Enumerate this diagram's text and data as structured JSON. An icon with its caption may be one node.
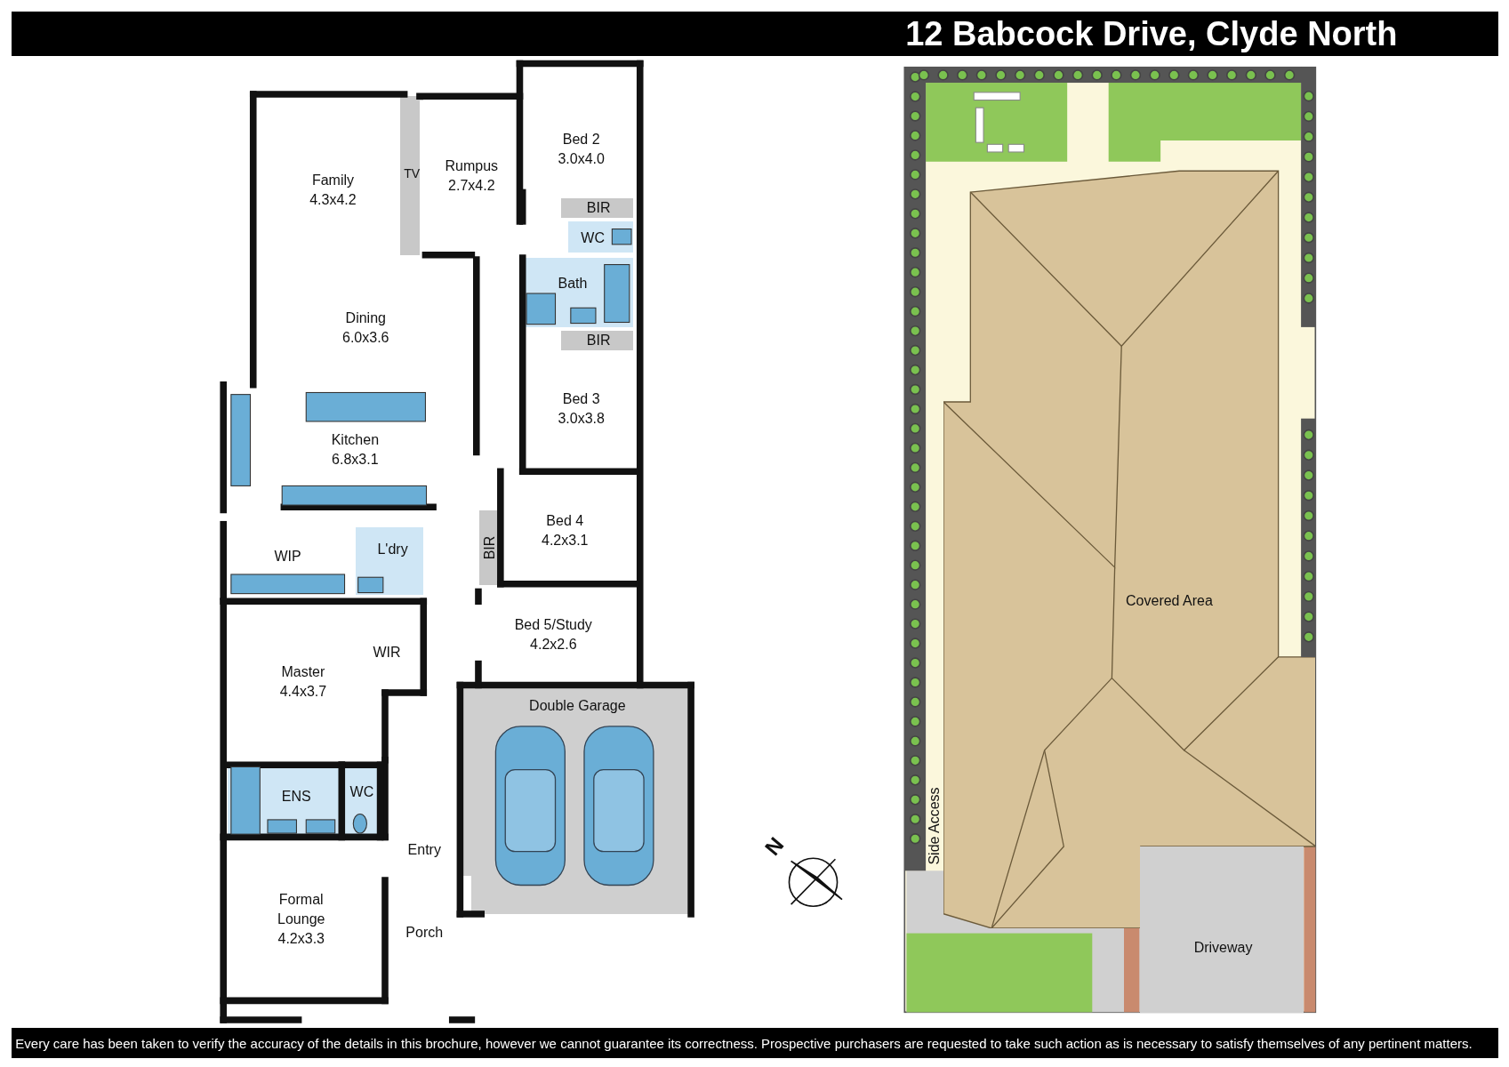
{
  "diagram": {
    "title": "12 Babcock Drive, Clyde North",
    "caption": "Every care has been taken to verify the accuracy of the details in this brochure, however we cannot guarantee its correctness. Prospective purchasers are requested to take such action as is necessary to satisfy themselves of any pertinent matters.",
    "nodes": [
      {
        "text": [
          "Family",
          "4.3x4.2"
        ]
      },
      {
        "text": [
          "TV"
        ]
      },
      {
        "text": [
          "Rumpus",
          "2.7x4.2"
        ]
      },
      {
        "text": [
          "Bed 2",
          "3.0x4.0"
        ]
      },
      {
        "text": [
          "BIR"
        ]
      },
      {
        "text": [
          "WC"
        ]
      },
      {
        "text": [
          "Bath"
        ]
      },
      {
        "text": [
          "BIR"
        ]
      },
      {
        "text": [
          "Dining",
          "6.0x3.6"
        ]
      },
      {
        "text": [
          "Bed 3",
          "3.0x3.8"
        ]
      },
      {
        "text": [
          "Kitchen",
          "6.8x3.1"
        ]
      },
      {
        "text": [
          "Bed 4",
          "4.2x3.1"
        ]
      },
      {
        "text": [
          "BIR"
        ]
      },
      {
        "text": [
          "WIP"
        ]
      },
      {
        "text": [
          "L'dry"
        ]
      },
      {
        "text": [
          "Master",
          "4.4x3.7"
        ]
      },
      {
        "text": [
          "WIR"
        ]
      },
      {
        "text": [
          "Bed 5/Study",
          "4.2x2.6"
        ]
      },
      {
        "text": [
          "Double Garage"
        ]
      },
      {
        "text": [
          "ENS"
        ]
      },
      {
        "text": [
          "WC"
        ]
      },
      {
        "text": [
          "Entry"
        ]
      },
      {
        "text": [
          "Formal Lounge",
          "4.2x3.3"
        ]
      },
      {
        "text": [
          "Porch"
        ]
      },
      {
        "text": [
          "Covered Area"
        ]
      },
      {
        "text": [
          "Side Access"
        ]
      },
      {
        "text": [
          "Driveway"
        ]
      }
    ],
    "labels": [
      "N"
    ]
  }
}
